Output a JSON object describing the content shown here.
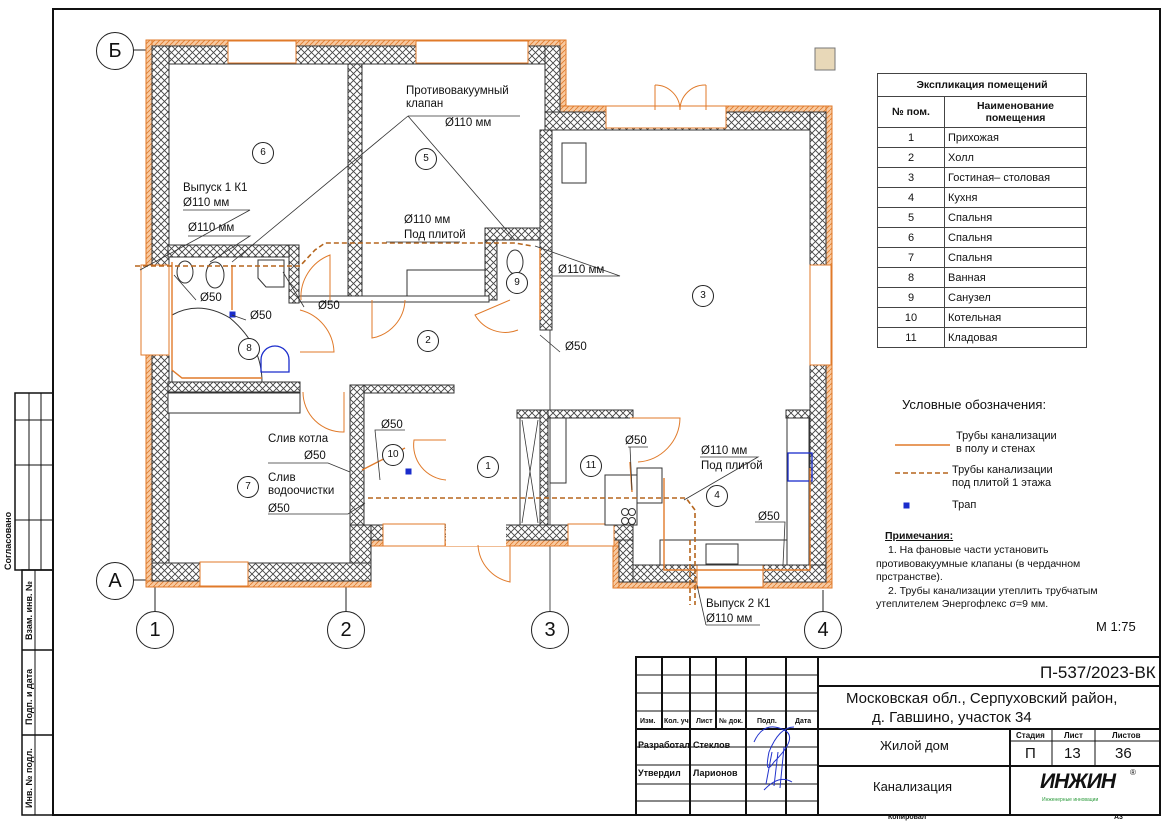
{
  "axes": {
    "rows": [
      "Б",
      "А"
    ],
    "columns": [
      "1",
      "2",
      "3",
      "4"
    ]
  },
  "rooms": [
    "1",
    "2",
    "3",
    "4",
    "5",
    "6",
    "7",
    "8",
    "9",
    "10",
    "11"
  ],
  "annotations": {
    "vacuum_valve": {
      "line1": "Противовакуумный",
      "line2": "клапан",
      "dia": "Ø110 мм"
    },
    "outlet1": {
      "line1": "Выпуск 1 К1",
      "dia": "Ø110 мм"
    },
    "riser_dia": "Ø110 мм",
    "under_slab_top": {
      "dia": "Ø110 мм",
      "note": "Под плитой"
    },
    "wc9_dia": "Ø110 мм",
    "d50_a": "Ø50",
    "d50_b": "Ø50",
    "d50_c": "Ø50",
    "d50_d": "Ø50",
    "boiler_room_dia": "Ø50",
    "boiler_drain": {
      "line1": "Слив котла",
      "dia": "Ø50"
    },
    "water_treatment_drain": {
      "line1": "Слив",
      "line2": "водоочистки",
      "dia": "Ø50"
    },
    "storage_dia": "Ø50",
    "kitchen_under_slab": {
      "dia": "Ø110 мм",
      "note": "Под плитой"
    },
    "kitchen_sink_dia": "Ø50",
    "outlet2": {
      "line1": "Выпуск 2 К1",
      "dia": "Ø110 мм"
    }
  },
  "explication": {
    "title": "Экспликация помещений",
    "col_num": "№ пом.",
    "col_name": "Наименование помещения",
    "rows": [
      {
        "num": "1",
        "name": "Прихожая"
      },
      {
        "num": "2",
        "name": "Холл"
      },
      {
        "num": "3",
        "name": "Гостиная– столовая"
      },
      {
        "num": "4",
        "name": "Кухня"
      },
      {
        "num": "5",
        "name": "Спальня"
      },
      {
        "num": "6",
        "name": "Спальня"
      },
      {
        "num": "7",
        "name": "Спальня"
      },
      {
        "num": "8",
        "name": "Ванная"
      },
      {
        "num": "9",
        "name": "Санузел"
      },
      {
        "num": "10",
        "name": "Котельная"
      },
      {
        "num": "11",
        "name": "Кладовая"
      }
    ]
  },
  "legend": {
    "title": "Условные обозначения:",
    "solid": {
      "line1": "Трубы канализации",
      "line2": "в полу и стенах"
    },
    "dashed": {
      "line1": "Трубы канализации",
      "line2": "под плитой 1 этажа"
    },
    "drain": "Трап"
  },
  "notes": {
    "title": "Примечания:",
    "n1a": "1.    На фановые части установить",
    "n1b": "противовакуумные клапаны (в чердачном",
    "n1c": "прстранстве).",
    "n2a": "2.    Трубы канализации утеплить трубчатым",
    "n2b": "утеплителем Энергофлекс σ=9 мм."
  },
  "scale": "М 1:75",
  "side_stamp": {
    "agreed": "Согласовано",
    "replaces": "Взам. инв. №",
    "sign_date": "Подп. и дата",
    "inv": "Инв. № подл."
  },
  "title_block": {
    "code": "П-537/2023-ВК",
    "address1": "Московская обл., Серпуховский район,",
    "address2": "д. Гавшино, участок 34",
    "object": "Жилой дом",
    "sheet_name": "Канализация",
    "headers": [
      "Изм.",
      "Кол. уч.",
      "Лист",
      "№ док.",
      "Подп.",
      "Дата"
    ],
    "developed_label": "Разработал",
    "developed_name": "Стеклов",
    "approved_label": "Утвердил",
    "approved_name": "Ларионов",
    "stage_label": "Стадия",
    "sheet_label": "Лист",
    "sheets_label": "Листов",
    "stage": "П",
    "sheet": "13",
    "sheets": "36",
    "logo": "ИНЖИН",
    "logo_sub": "Инженерные инновации",
    "copied": "Копировал",
    "format": "А3"
  },
  "colors": {
    "pipe": "#e07a2a",
    "pipe_dashed": "#b5651d",
    "drain": "#1a2ccc",
    "wall": "#555555"
  }
}
